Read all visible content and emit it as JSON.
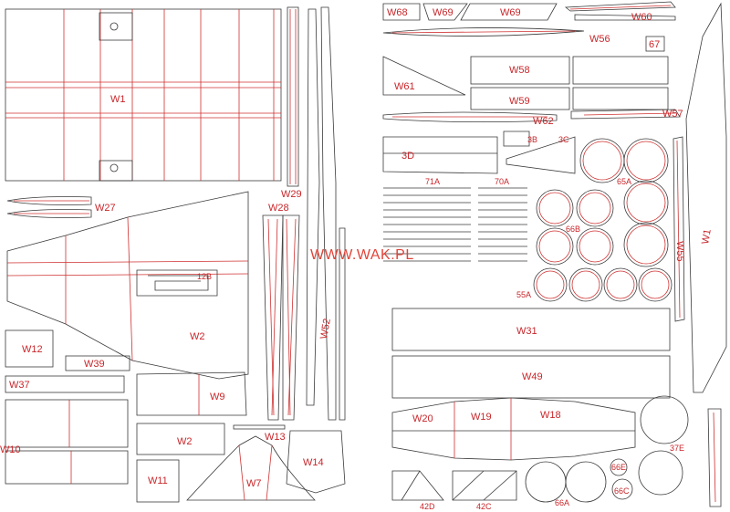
{
  "watermark": "WWW.WAK.PL",
  "labels": {
    "w1a": "W1",
    "w1b": "W1",
    "w2a": "W2",
    "w2b": "W2",
    "w7": "W7",
    "w9": "W9",
    "w10": "W10",
    "w11": "W11",
    "w12": "W12",
    "w13": "W13",
    "w14": "W14",
    "w18": "W18",
    "w19": "W19",
    "w20": "W20",
    "w27": "W27",
    "w28": "W28",
    "w29": "W29",
    "w31": "W31",
    "w37": "W37",
    "w39": "W39",
    "w49": "W49",
    "w52": "W52",
    "w55": "W55",
    "w56": "W56",
    "w57": "W57",
    "w58": "W58",
    "w59": "W59",
    "w60": "W60",
    "w61": "W61",
    "w62": "W62",
    "w68": "W68",
    "w69a": "W69",
    "w69b": "W69",
    "p12b": "12B",
    "p3d": "3D",
    "p3b": "3B",
    "p3c": "3C",
    "p71a": "71A",
    "p70a": "70A",
    "p65a": "65A",
    "p66b": "66B",
    "p55a": "55A",
    "p67": "67",
    "p37e": "37E",
    "p66e": "66E",
    "p66c": "66C",
    "p66a": "66A",
    "p42d": "42D",
    "p42c": "42C"
  },
  "colors": {
    "cut_line": "#3a3a3a",
    "fold_line": "#d03030",
    "label": "#c8262a"
  }
}
